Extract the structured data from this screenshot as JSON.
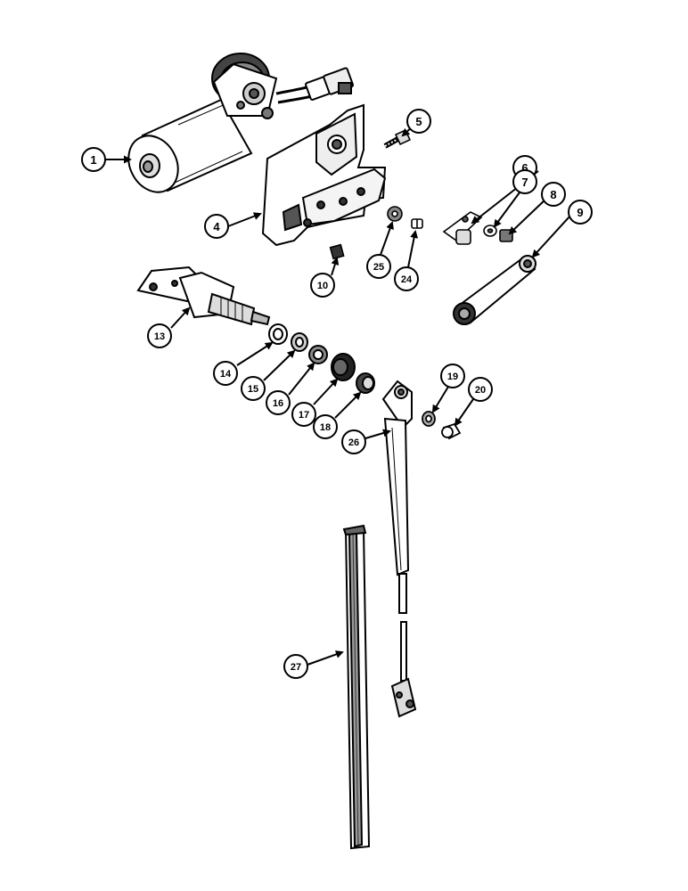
{
  "diagram": {
    "callouts": [
      {
        "id": "c1",
        "label": "1"
      },
      {
        "id": "c4",
        "label": "4"
      },
      {
        "id": "c5",
        "label": "5"
      },
      {
        "id": "c6",
        "label": "6"
      },
      {
        "id": "c7",
        "label": "7"
      },
      {
        "id": "c8",
        "label": "8"
      },
      {
        "id": "c9",
        "label": "9"
      },
      {
        "id": "c10",
        "label": "10"
      },
      {
        "id": "c13",
        "label": "13"
      },
      {
        "id": "c14",
        "label": "14"
      },
      {
        "id": "c15",
        "label": "15"
      },
      {
        "id": "c16",
        "label": "16"
      },
      {
        "id": "c17",
        "label": "17"
      },
      {
        "id": "c18",
        "label": "18"
      },
      {
        "id": "c19",
        "label": "19"
      },
      {
        "id": "c20",
        "label": "20"
      },
      {
        "id": "c24",
        "label": "24"
      },
      {
        "id": "c25",
        "label": "25"
      },
      {
        "id": "c26",
        "label": "26"
      },
      {
        "id": "c27",
        "label": "27"
      }
    ]
  }
}
